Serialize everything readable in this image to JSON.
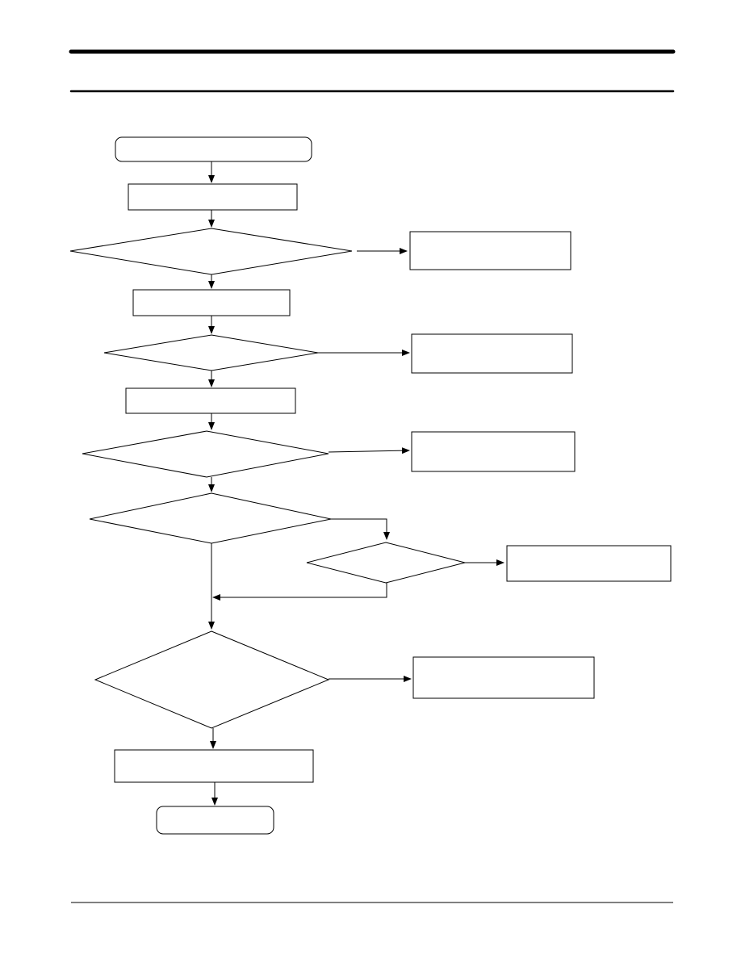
{
  "diagram": {
    "colors": {
      "stroke": "#000000",
      "background": "#ffffff"
    },
    "nodes": [
      {
        "id": "start-terminal",
        "shape": "terminal",
        "text": ""
      },
      {
        "id": "step-1",
        "shape": "process",
        "text": ""
      },
      {
        "id": "decision-1",
        "shape": "decision",
        "text": ""
      },
      {
        "id": "result-1",
        "shape": "process",
        "text": ""
      },
      {
        "id": "step-2",
        "shape": "process",
        "text": ""
      },
      {
        "id": "decision-2",
        "shape": "decision",
        "text": ""
      },
      {
        "id": "result-2",
        "shape": "process",
        "text": ""
      },
      {
        "id": "step-3",
        "shape": "process",
        "text": ""
      },
      {
        "id": "decision-3",
        "shape": "decision",
        "text": ""
      },
      {
        "id": "result-3",
        "shape": "process",
        "text": ""
      },
      {
        "id": "decision-4",
        "shape": "decision",
        "text": ""
      },
      {
        "id": "decision-4b",
        "shape": "decision",
        "text": ""
      },
      {
        "id": "result-4",
        "shape": "process",
        "text": ""
      },
      {
        "id": "decision-5",
        "shape": "decision",
        "text": ""
      },
      {
        "id": "result-5",
        "shape": "process",
        "text": ""
      },
      {
        "id": "step-final",
        "shape": "process",
        "text": ""
      },
      {
        "id": "end-terminal",
        "shape": "terminal",
        "text": ""
      }
    ],
    "edges": [
      {
        "from": "start-terminal",
        "to": "step-1"
      },
      {
        "from": "step-1",
        "to": "decision-1"
      },
      {
        "from": "decision-1",
        "to": "result-1"
      },
      {
        "from": "decision-1",
        "to": "step-2"
      },
      {
        "from": "step-2",
        "to": "decision-2"
      },
      {
        "from": "decision-2",
        "to": "result-2"
      },
      {
        "from": "decision-2",
        "to": "step-3"
      },
      {
        "from": "step-3",
        "to": "decision-3"
      },
      {
        "from": "decision-3",
        "to": "result-3"
      },
      {
        "from": "decision-3",
        "to": "decision-4"
      },
      {
        "from": "decision-4",
        "to": "decision-4b"
      },
      {
        "from": "decision-4b",
        "to": "result-4"
      },
      {
        "from": "decision-4b",
        "to": "decision-5"
      },
      {
        "from": "decision-4",
        "to": "decision-5"
      },
      {
        "from": "decision-5",
        "to": "result-5"
      },
      {
        "from": "decision-5",
        "to": "step-final"
      },
      {
        "from": "step-final",
        "to": "end-terminal"
      }
    ]
  }
}
